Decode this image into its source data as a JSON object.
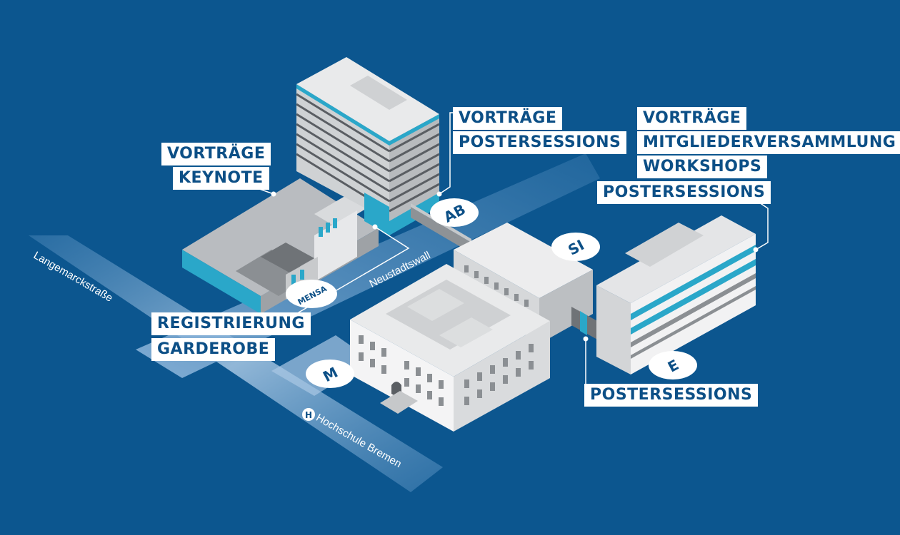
{
  "labels": {
    "left_top": [
      "VORTRÄGE",
      "KEYNOTE"
    ],
    "ab": [
      "VORTRÄGE",
      "POSTERSESSIONS"
    ],
    "e": [
      "VORTRÄGE",
      "MITGLIEDERVERSAMMLUNG",
      "WORKSHOPS",
      "POSTERSESSIONS"
    ],
    "mensa": [
      "REGISTRIERUNG",
      "GARDEROBE"
    ],
    "bridge": [
      "POSTERSESSIONS"
    ]
  },
  "badges": {
    "ab": "AB",
    "si": "SI",
    "e": "E",
    "m": "M",
    "mensa": "MENSA"
  },
  "streets": {
    "langemarck": "Langemarckstraße",
    "neustadtswall": "Neustadtswall",
    "stop": "Hochschule Bremen"
  },
  "icons": {
    "stop": "H"
  },
  "colors": {
    "background": "#0c568f",
    "label_text": "#0c4f86",
    "accent": "#2aa7c9"
  }
}
